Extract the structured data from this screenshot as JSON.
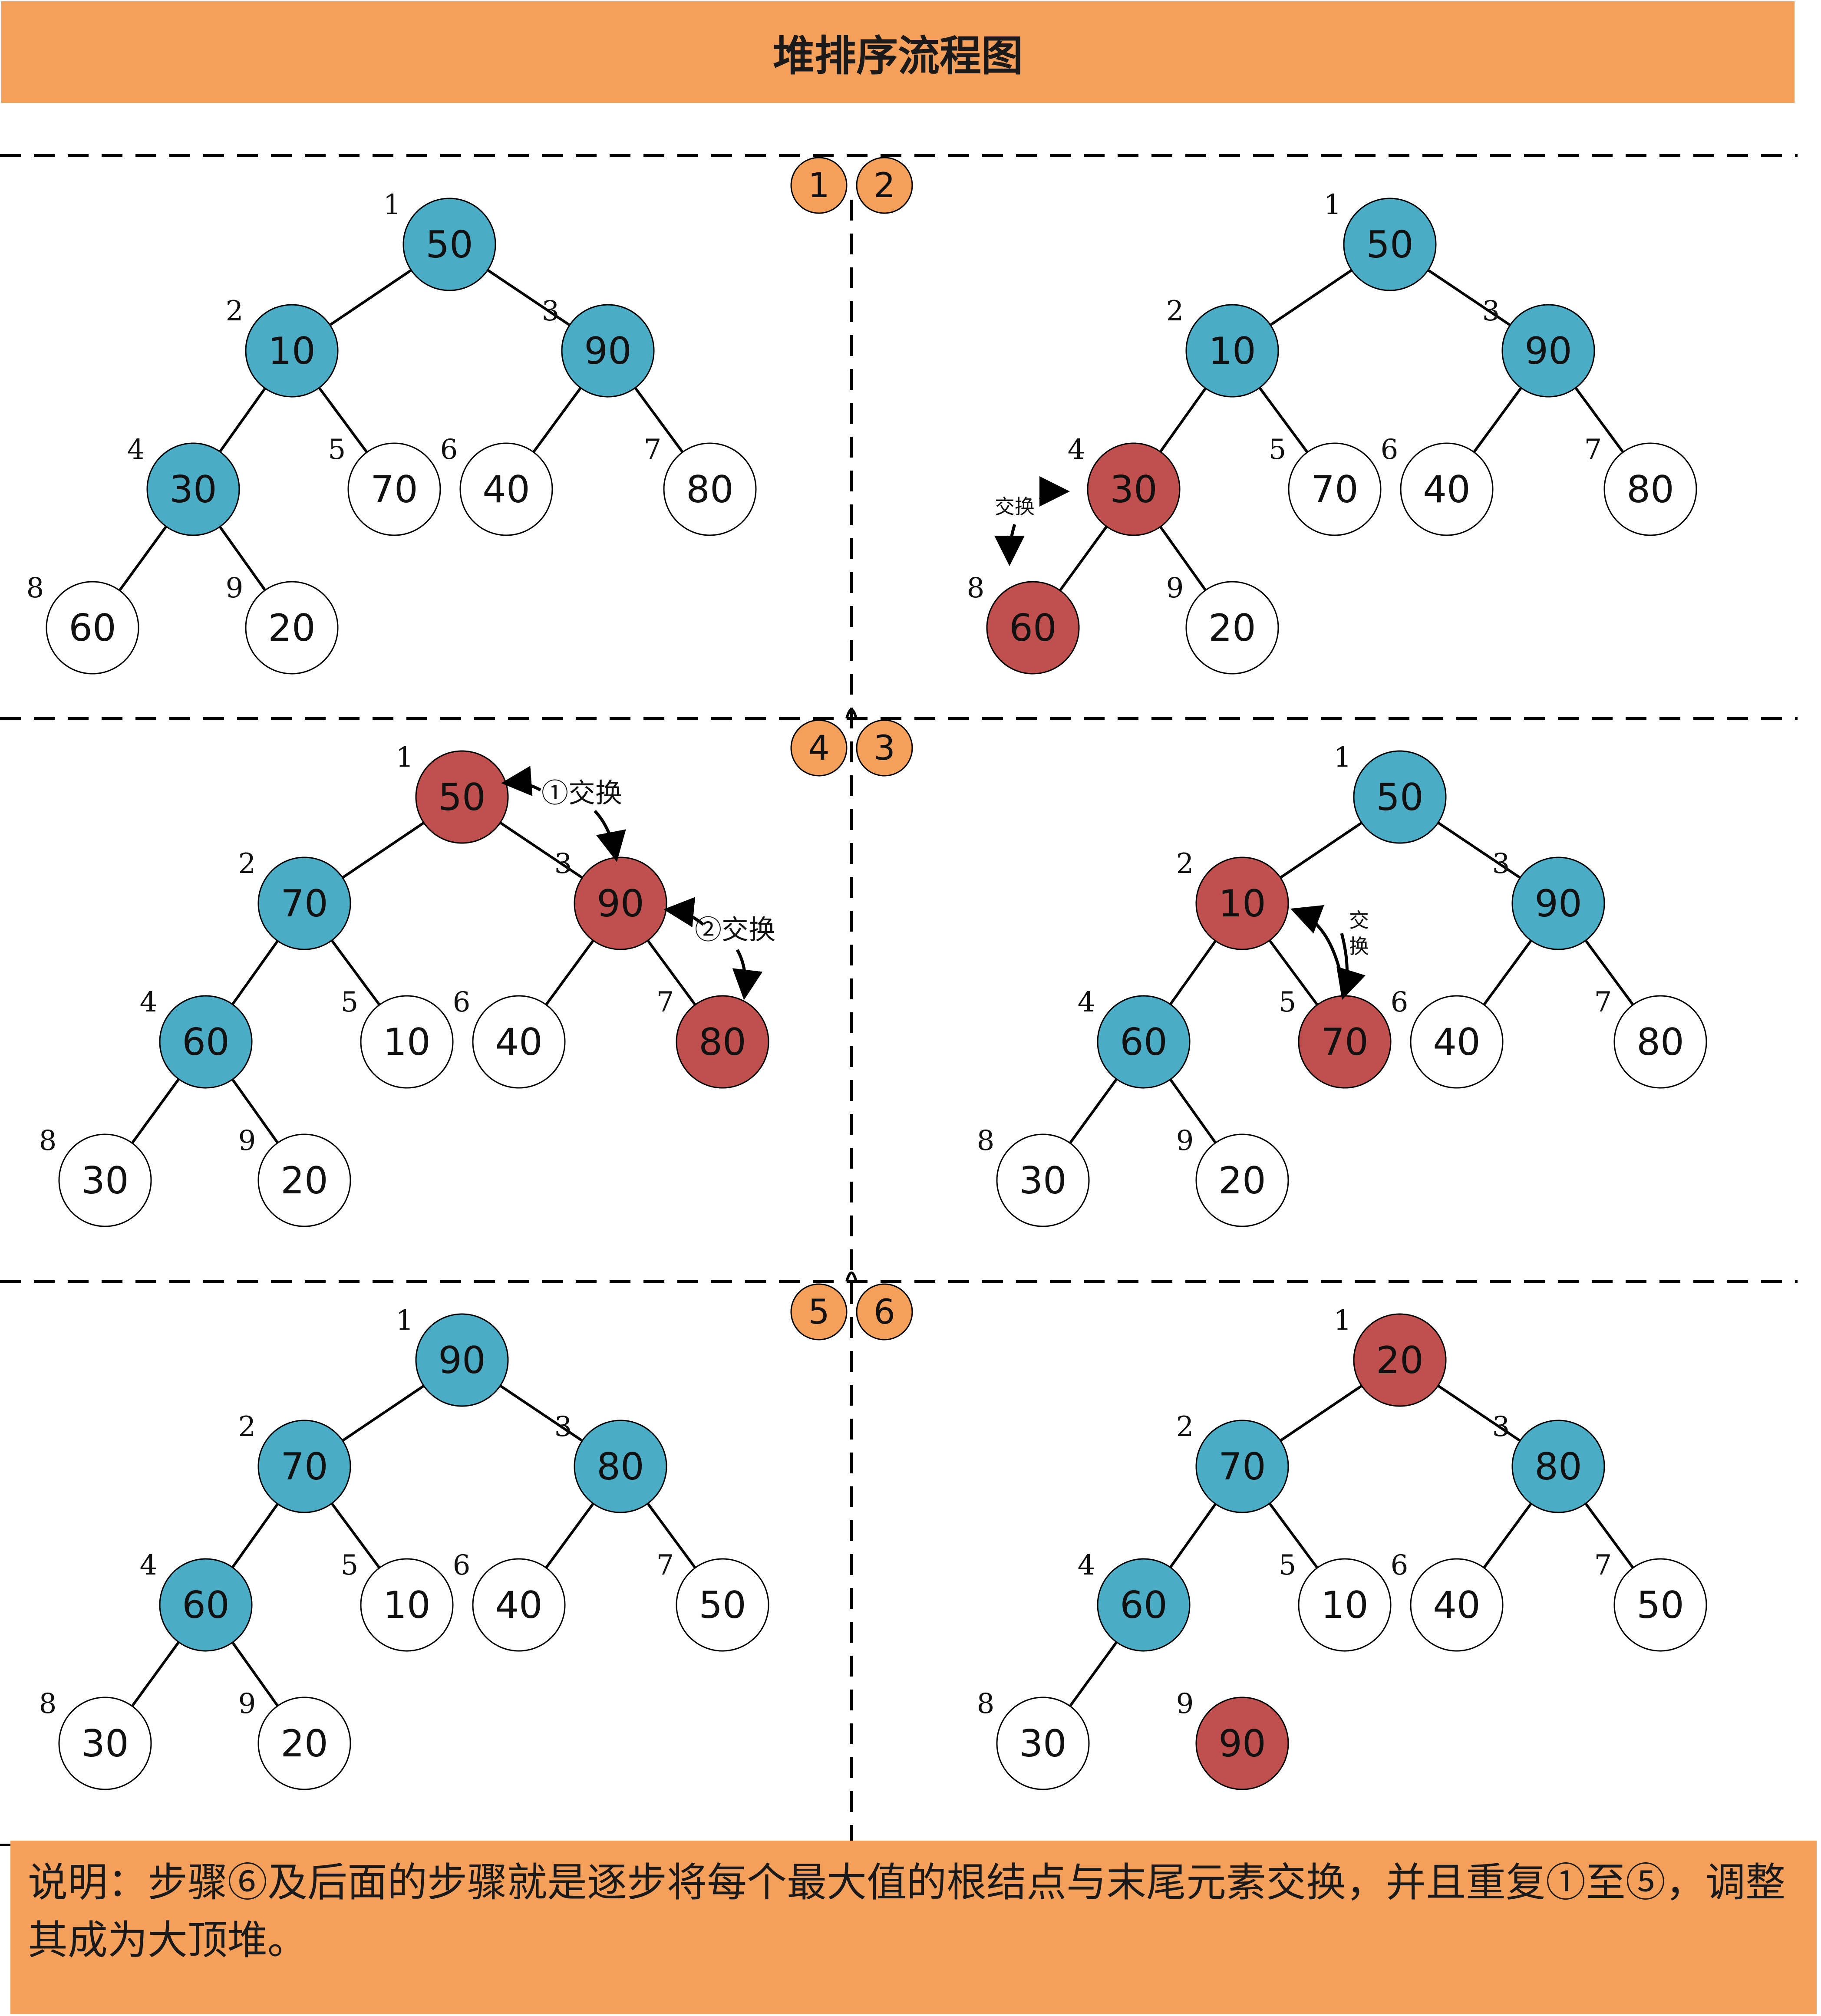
{
  "title": "堆排序流程图",
  "note": "说明：步骤⑥及后面的步骤就是逐步将每个最大值的根结点与末尾元素交换，并且重复①至⑤，调整其成为大顶堆。",
  "colors": {
    "header": "#f5a05a",
    "badge": "#f5a05a",
    "blue": "#4bacc6",
    "red": "#c0504d",
    "white": "#ffffff",
    "line": "#000000"
  },
  "panels": [
    {
      "step": "1",
      "nodes": [
        {
          "index": "1",
          "value": "50",
          "color": "blue"
        },
        {
          "index": "2",
          "value": "10",
          "color": "blue"
        },
        {
          "index": "3",
          "value": "90",
          "color": "blue"
        },
        {
          "index": "4",
          "value": "30",
          "color": "blue"
        },
        {
          "index": "5",
          "value": "70",
          "color": "white"
        },
        {
          "index": "6",
          "value": "40",
          "color": "white"
        },
        {
          "index": "7",
          "value": "80",
          "color": "white"
        },
        {
          "index": "8",
          "value": "60",
          "color": "white"
        },
        {
          "index": "9",
          "value": "20",
          "color": "white"
        }
      ]
    },
    {
      "step": "2",
      "nodes": [
        {
          "index": "1",
          "value": "50",
          "color": "blue"
        },
        {
          "index": "2",
          "value": "10",
          "color": "blue"
        },
        {
          "index": "3",
          "value": "90",
          "color": "blue"
        },
        {
          "index": "4",
          "value": "30",
          "color": "red"
        },
        {
          "index": "5",
          "value": "70",
          "color": "white"
        },
        {
          "index": "6",
          "value": "40",
          "color": "white"
        },
        {
          "index": "7",
          "value": "80",
          "color": "white"
        },
        {
          "index": "8",
          "value": "60",
          "color": "red"
        },
        {
          "index": "9",
          "value": "20",
          "color": "white"
        }
      ],
      "annotations": [
        "交换"
      ]
    },
    {
      "step": "3",
      "nodes": [
        {
          "index": "1",
          "value": "50",
          "color": "blue"
        },
        {
          "index": "2",
          "value": "10",
          "color": "red"
        },
        {
          "index": "3",
          "value": "90",
          "color": "blue"
        },
        {
          "index": "4",
          "value": "60",
          "color": "blue"
        },
        {
          "index": "5",
          "value": "70",
          "color": "red"
        },
        {
          "index": "6",
          "value": "40",
          "color": "white"
        },
        {
          "index": "7",
          "value": "80",
          "color": "white"
        },
        {
          "index": "8",
          "value": "30",
          "color": "white"
        },
        {
          "index": "9",
          "value": "20",
          "color": "white"
        }
      ],
      "annotations": [
        "交",
        "换"
      ]
    },
    {
      "step": "4",
      "nodes": [
        {
          "index": "1",
          "value": "50",
          "color": "red"
        },
        {
          "index": "2",
          "value": "70",
          "color": "blue"
        },
        {
          "index": "3",
          "value": "90",
          "color": "red"
        },
        {
          "index": "4",
          "value": "60",
          "color": "blue"
        },
        {
          "index": "5",
          "value": "10",
          "color": "white"
        },
        {
          "index": "6",
          "value": "40",
          "color": "white"
        },
        {
          "index": "7",
          "value": "80",
          "color": "red"
        },
        {
          "index": "8",
          "value": "30",
          "color": "white"
        },
        {
          "index": "9",
          "value": "20",
          "color": "white"
        }
      ],
      "annotations": [
        "①交换",
        "②交换"
      ]
    },
    {
      "step": "5",
      "nodes": [
        {
          "index": "1",
          "value": "90",
          "color": "blue"
        },
        {
          "index": "2",
          "value": "70",
          "color": "blue"
        },
        {
          "index": "3",
          "value": "80",
          "color": "blue"
        },
        {
          "index": "4",
          "value": "60",
          "color": "blue"
        },
        {
          "index": "5",
          "value": "10",
          "color": "white"
        },
        {
          "index": "6",
          "value": "40",
          "color": "white"
        },
        {
          "index": "7",
          "value": "50",
          "color": "white"
        },
        {
          "index": "8",
          "value": "30",
          "color": "white"
        },
        {
          "index": "9",
          "value": "20",
          "color": "white"
        }
      ]
    },
    {
      "step": "6",
      "nodes": [
        {
          "index": "1",
          "value": "20",
          "color": "red"
        },
        {
          "index": "2",
          "value": "70",
          "color": "blue"
        },
        {
          "index": "3",
          "value": "80",
          "color": "blue"
        },
        {
          "index": "4",
          "value": "60",
          "color": "blue"
        },
        {
          "index": "5",
          "value": "10",
          "color": "white"
        },
        {
          "index": "6",
          "value": "40",
          "color": "white"
        },
        {
          "index": "7",
          "value": "50",
          "color": "white"
        },
        {
          "index": "8",
          "value": "30",
          "color": "white"
        },
        {
          "index": "9",
          "value": "90",
          "color": "red"
        }
      ],
      "detached": [
        "9"
      ]
    }
  ]
}
